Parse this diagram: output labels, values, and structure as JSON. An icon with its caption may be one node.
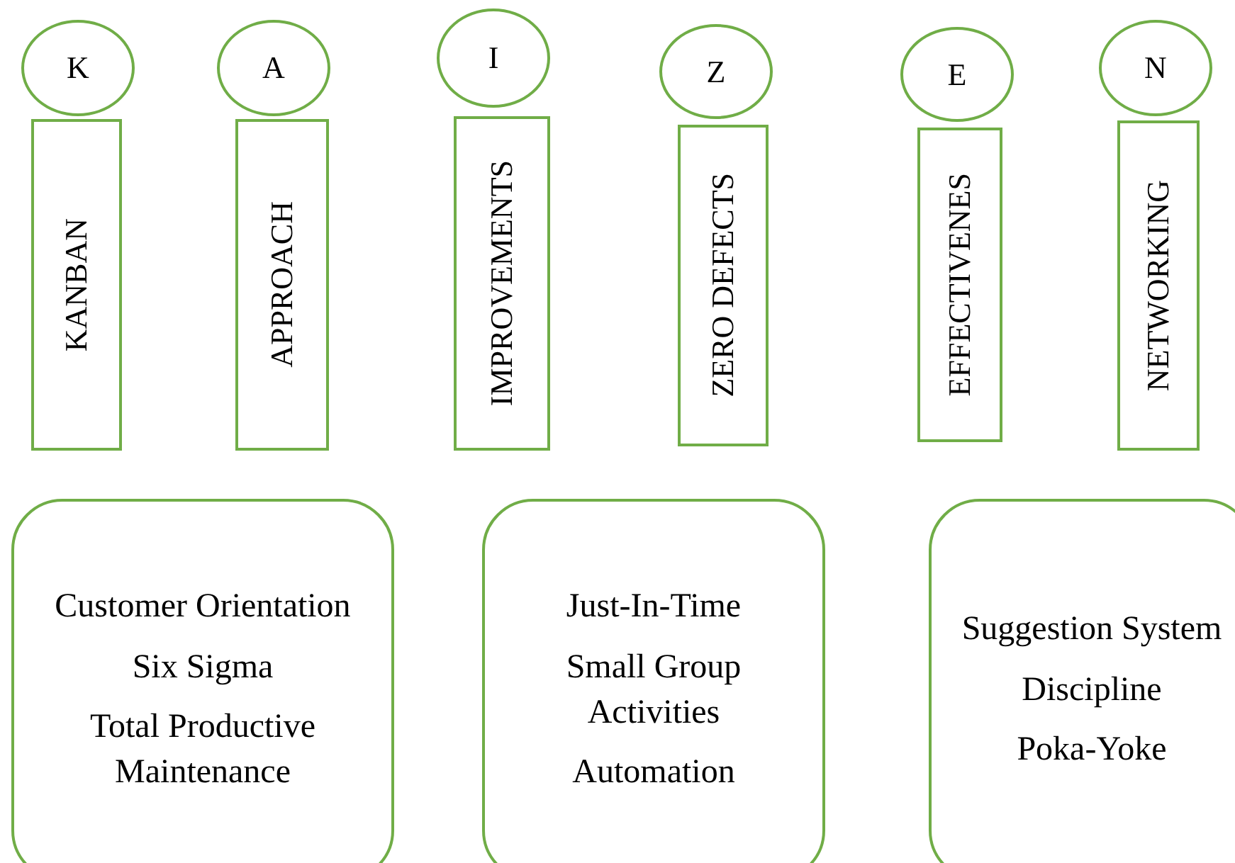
{
  "diagram": {
    "nodes": [
      {
        "text": [
          "K"
        ]
      },
      {
        "text": [
          "A"
        ]
      },
      {
        "text": [
          "I"
        ]
      },
      {
        "text": [
          "Z"
        ]
      },
      {
        "text": [
          "E"
        ]
      },
      {
        "text": [
          "N"
        ]
      },
      {
        "text": [
          "KANBAN"
        ]
      },
      {
        "text": [
          "APPROACH"
        ]
      },
      {
        "text": [
          "IMPROVEMENTS"
        ]
      },
      {
        "text": [
          "ZERO DEFECTS"
        ]
      },
      {
        "text": [
          "EFFECTIVENES"
        ]
      },
      {
        "text": [
          "NETWORKING"
        ]
      },
      {
        "text": [
          "Customer Orientation",
          "Six Sigma",
          "Total Productive Maintenance"
        ]
      },
      {
        "text": [
          "Just-In-Time",
          "Small Group Activities",
          "Automation"
        ]
      },
      {
        "text": [
          "Suggestion System",
          "Discipline",
          "Poka-Yoke"
        ]
      }
    ]
  }
}
